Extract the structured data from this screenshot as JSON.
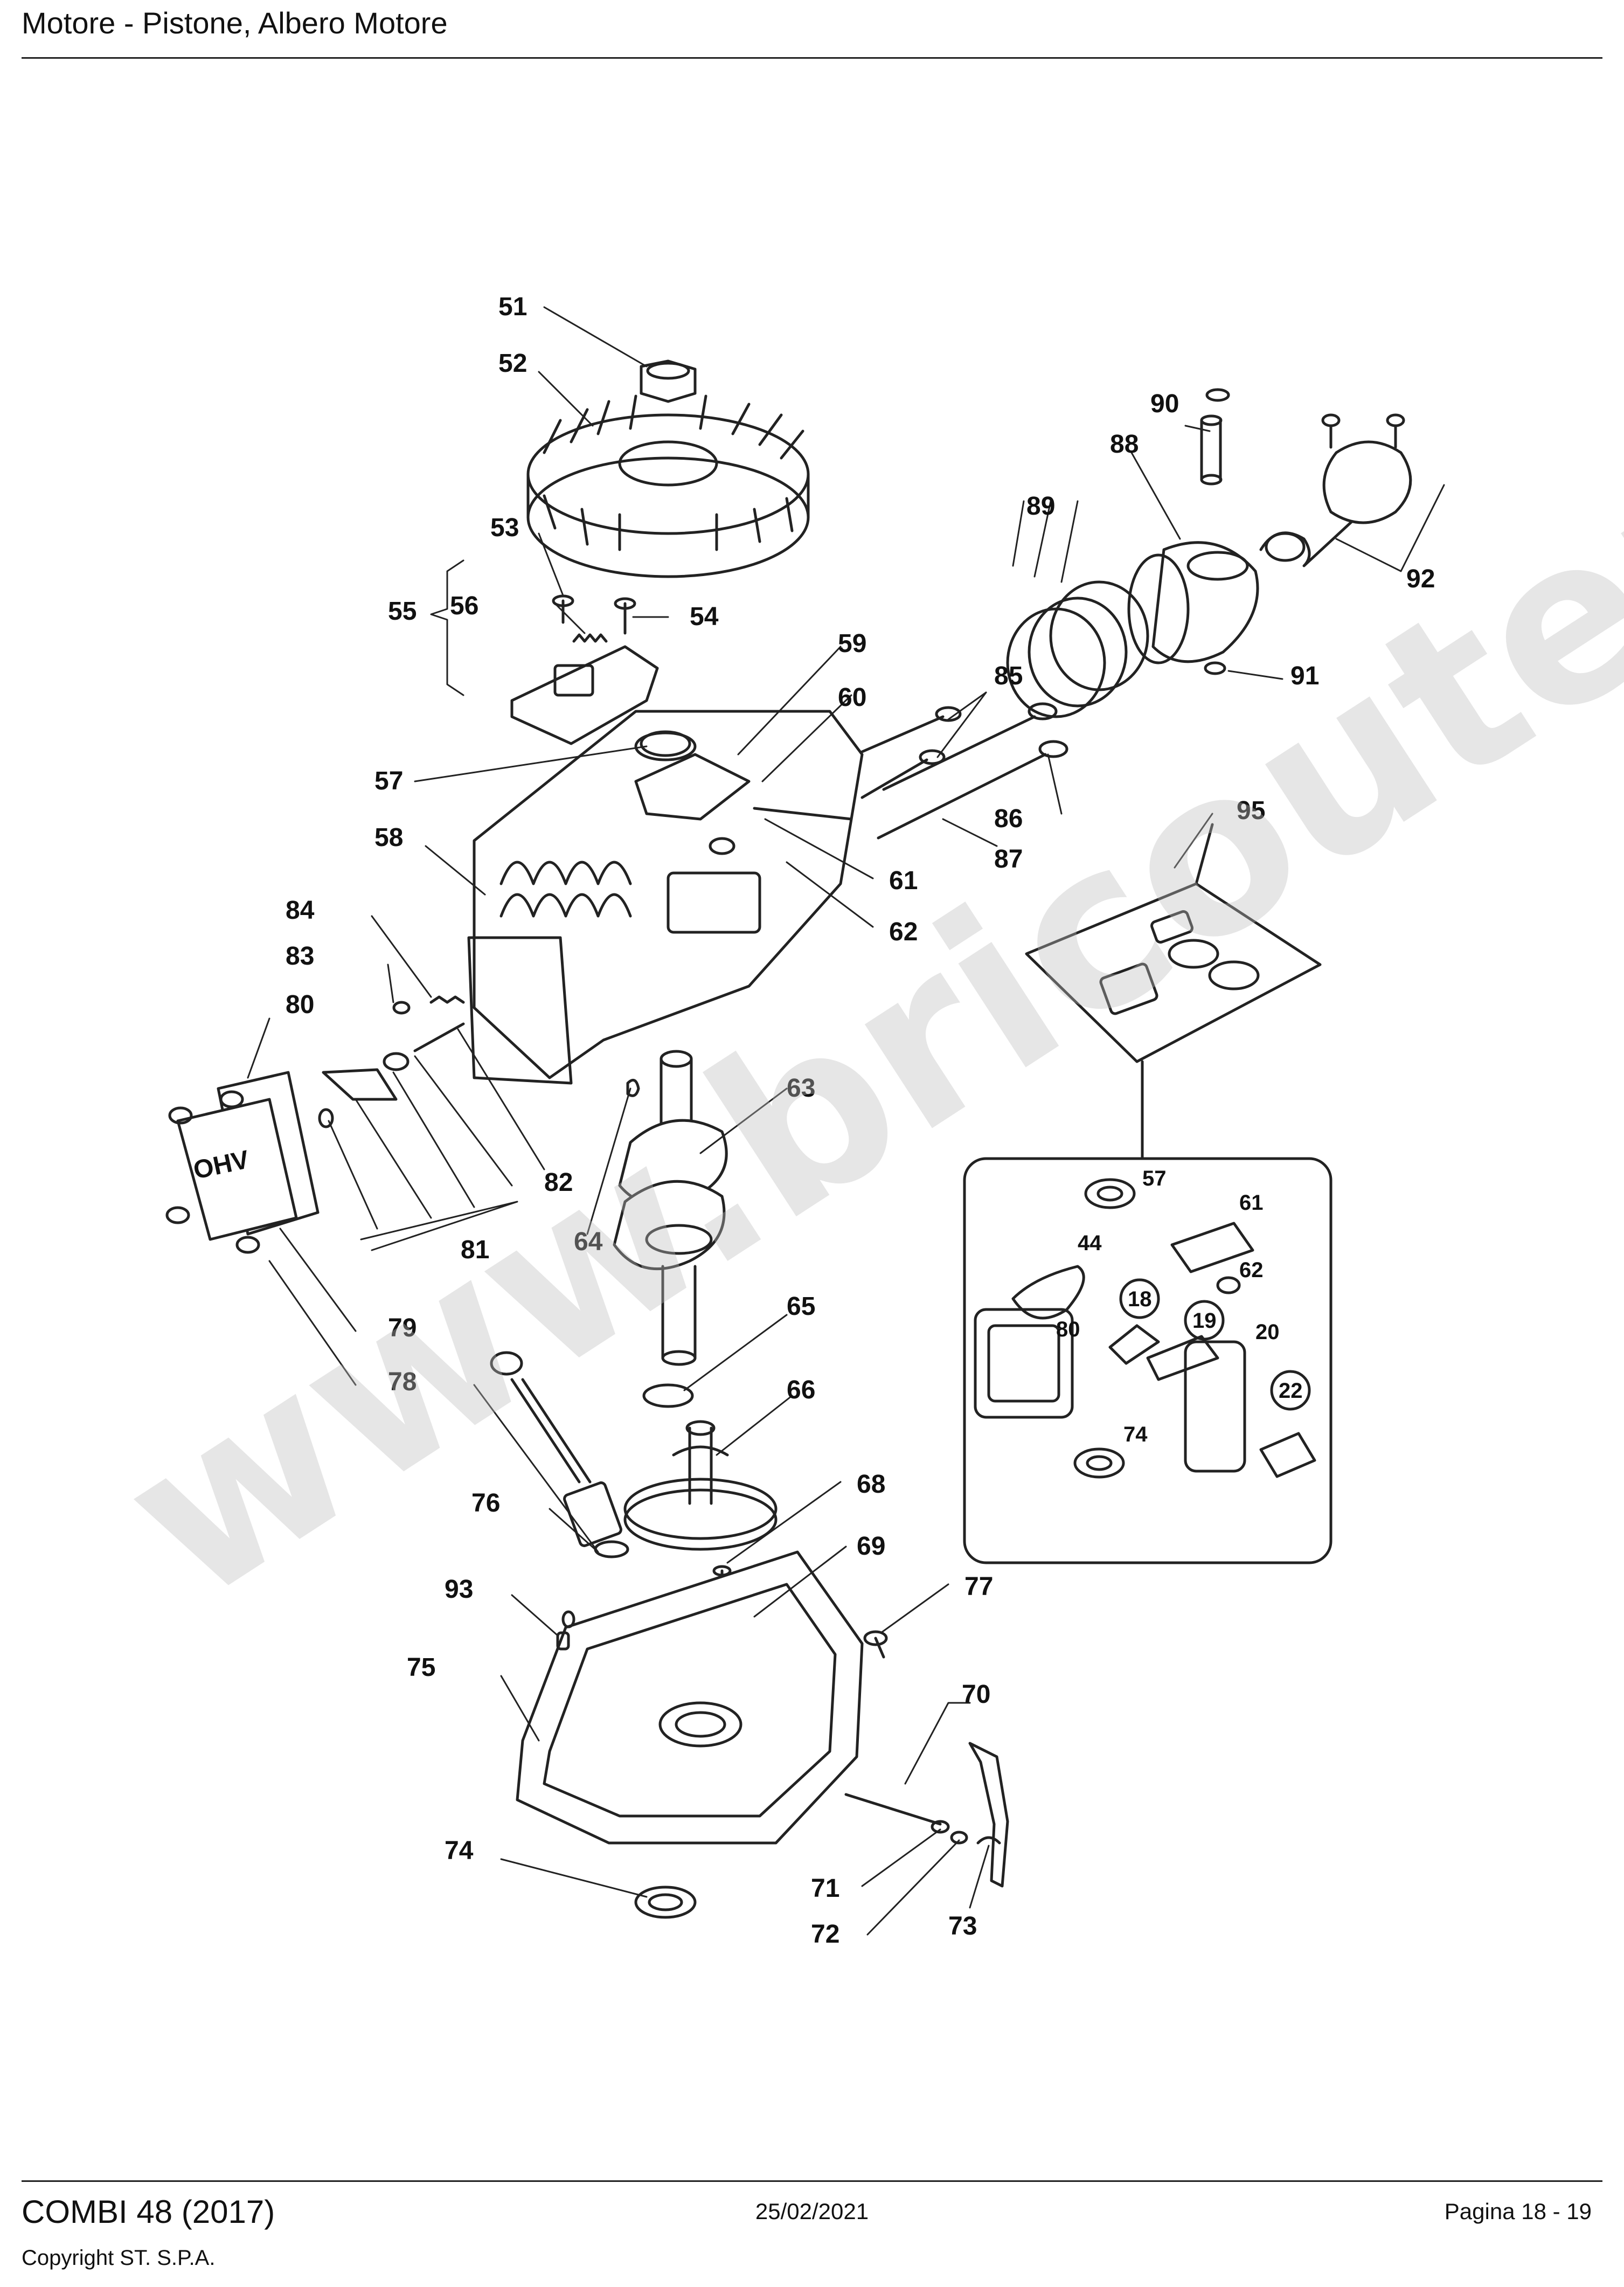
{
  "header": {
    "title": "Motore - Pistone, Albero Motore"
  },
  "watermark": "www.bricoutensili.com",
  "footer": {
    "model": "COMBI 48 (2017)",
    "copyright": "Copyright ST. S.P.A.",
    "date": "25/02/2021",
    "page": "Pagina 18 - 19"
  },
  "callouts": {
    "c51": "51",
    "c52": "52",
    "c53": "53",
    "c54": "54",
    "c55": "55",
    "c56": "56",
    "c57": "57",
    "c58": "58",
    "c59": "59",
    "c60": "60",
    "c61": "61",
    "c62": "62",
    "c63": "63",
    "c64": "64",
    "c65": "65",
    "c66": "66",
    "c68": "68",
    "c69": "69",
    "c70": "70",
    "c71": "71",
    "c72": "72",
    "c73": "73",
    "c74": "74",
    "c75": "75",
    "c76": "76",
    "c77": "77",
    "c78": "78",
    "c79": "79",
    "c80": "80",
    "c81": "81",
    "c82": "82",
    "c83": "83",
    "c84": "84",
    "c85": "85",
    "c86": "86",
    "c87": "87",
    "c88": "88",
    "c89": "89",
    "c90": "90",
    "c91": "91",
    "c92": "92",
    "c93": "93",
    "c95": "95"
  },
  "inset_callouts": {
    "k57": "57",
    "k61": "61",
    "k44": "44",
    "k62": "62",
    "k18": "18",
    "k19": "19",
    "k20": "20",
    "k80": "80",
    "k22": "22",
    "k74": "74"
  },
  "cover_label": "OHV"
}
